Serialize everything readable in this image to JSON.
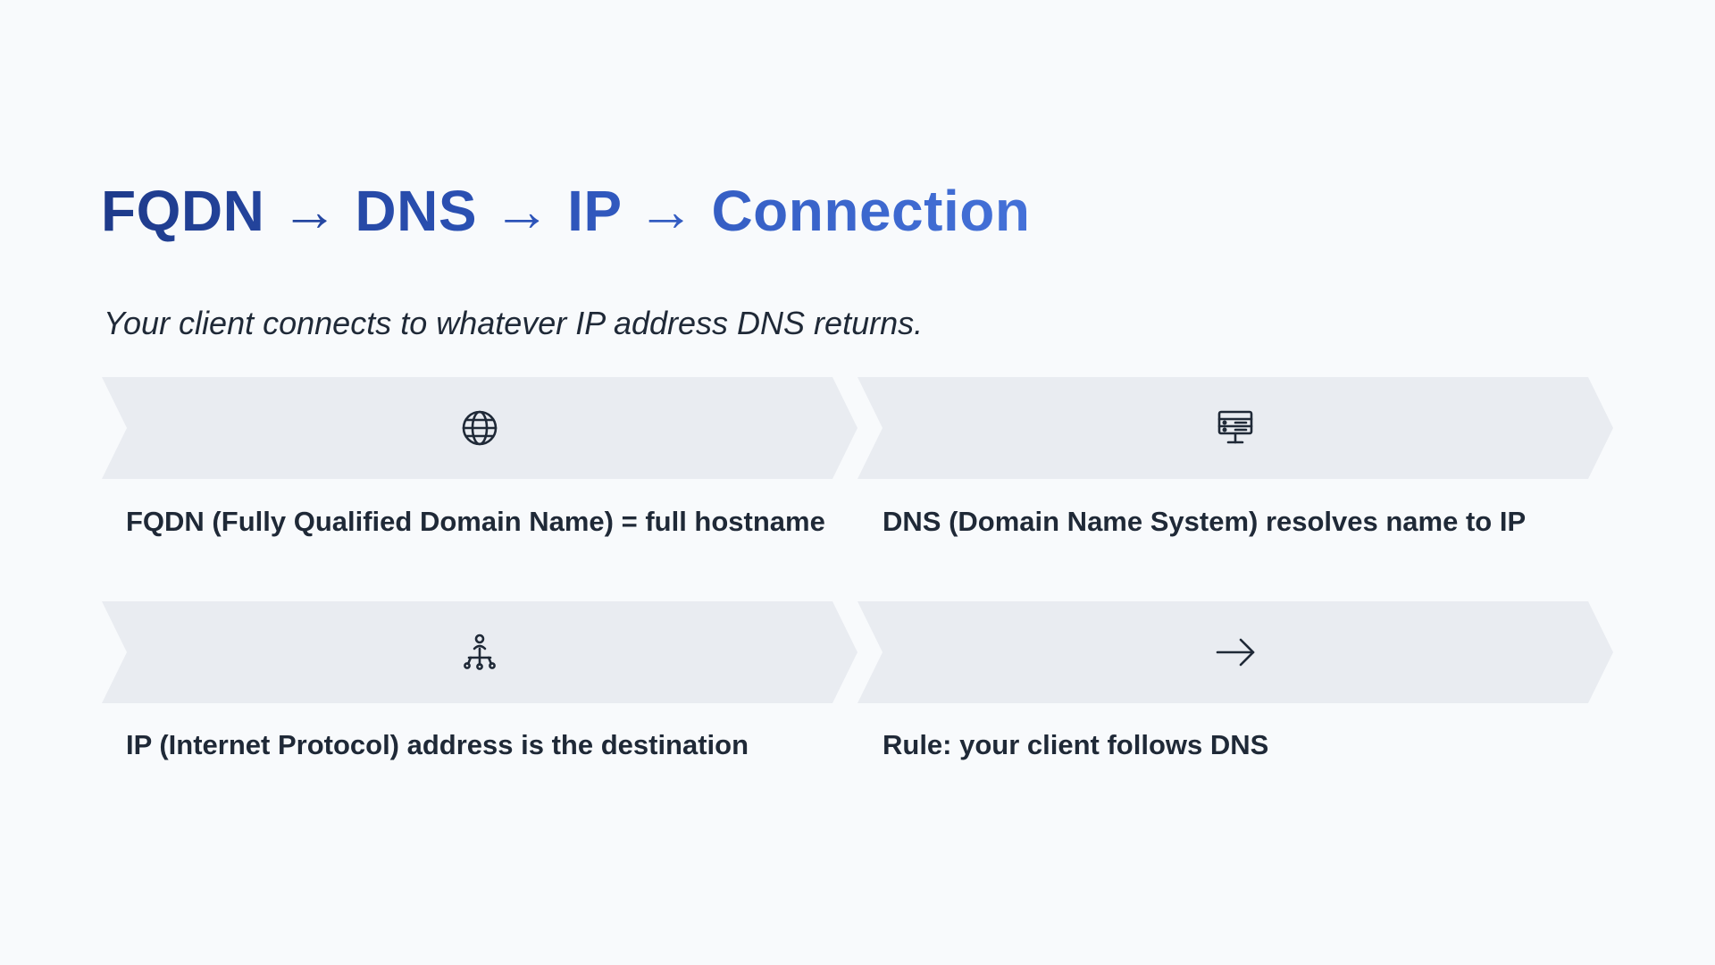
{
  "title": "FQDN → DNS → IP → Connection",
  "subtitle": "Your client connects to whatever IP address DNS returns.",
  "steps": [
    {
      "icon": "globe-icon",
      "label": "FQDN (Fully Qualified Domain Name) = full hostname"
    },
    {
      "icon": "server-icon",
      "label": "DNS (Domain Name System) resolves name to IP"
    },
    {
      "icon": "network-node-icon",
      "label": "IP (Internet Protocol) address is the destination"
    },
    {
      "icon": "arrow-right-icon",
      "label": "Rule: your client follows DNS"
    }
  ],
  "colors": {
    "background": "#f8fafc",
    "chevron": "#e9ecf1",
    "title_start": "#1e3a8a",
    "title_end": "#4471d8",
    "text": "#1f2937"
  }
}
